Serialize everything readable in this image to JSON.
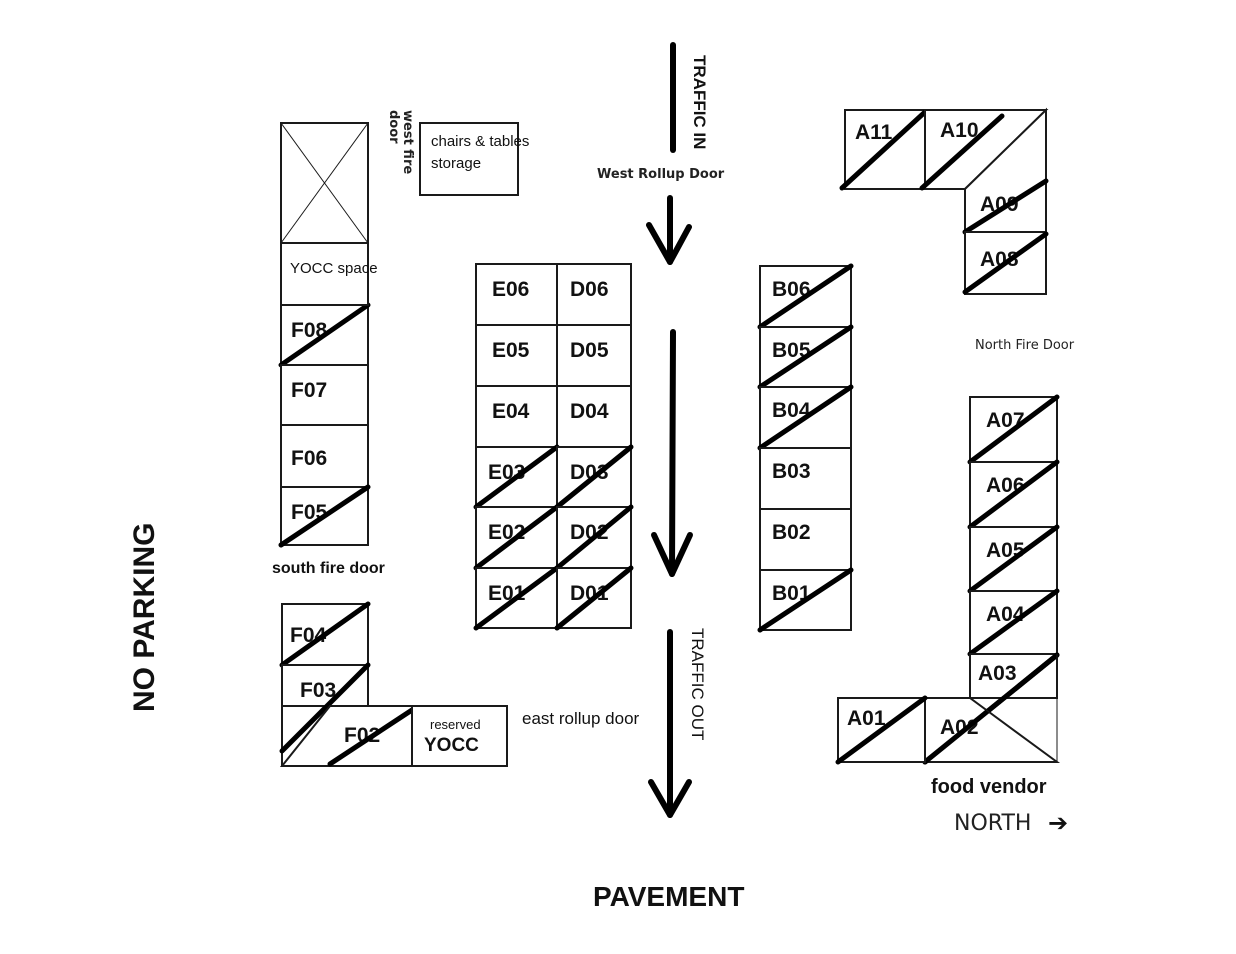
{
  "labels": {
    "traffic_in": "TRAFFIC IN",
    "traffic_out": "TRAFFIC OUT",
    "west_rollup_door": "West Rollup Door",
    "east_rollup_door": "east rollup door",
    "west_fire_door_line1": "west fire",
    "west_fire_door_line2": "door",
    "south_fire_door": "south fire door",
    "north_fire_door": "North Fire Door",
    "storage_line1": "chairs & tables",
    "storage_line2": "storage",
    "yocc_space": "YOCC space",
    "reserved": "reserved",
    "reserved_yocc": "YOCC",
    "food_vendor": "food vendor",
    "north": "NORTH",
    "north_arrow_glyph": "➔",
    "no_parking": "NO PARKING",
    "pavement": "PAVEMENT"
  },
  "booths": {
    "F": [
      {
        "id": "F08",
        "taken": true
      },
      {
        "id": "F07",
        "taken": false
      },
      {
        "id": "F06",
        "taken": false
      },
      {
        "id": "F05",
        "taken": true
      },
      {
        "id": "F04",
        "taken": true
      },
      {
        "id": "F03",
        "taken": true
      },
      {
        "id": "F02",
        "taken": true
      }
    ],
    "E": [
      {
        "id": "E06",
        "taken": false
      },
      {
        "id": "E05",
        "taken": false
      },
      {
        "id": "E04",
        "taken": false
      },
      {
        "id": "E03",
        "taken": true
      },
      {
        "id": "E02",
        "taken": true
      },
      {
        "id": "E01",
        "taken": true
      }
    ],
    "D": [
      {
        "id": "D06",
        "taken": false
      },
      {
        "id": "D05",
        "taken": false
      },
      {
        "id": "D04",
        "taken": false
      },
      {
        "id": "D03",
        "taken": true
      },
      {
        "id": "D02",
        "taken": true
      },
      {
        "id": "D01",
        "taken": true
      }
    ],
    "B": [
      {
        "id": "B06",
        "taken": true
      },
      {
        "id": "B05",
        "taken": true
      },
      {
        "id": "B04",
        "taken": true
      },
      {
        "id": "B03",
        "taken": false
      },
      {
        "id": "B02",
        "taken": false
      },
      {
        "id": "B01",
        "taken": true
      }
    ],
    "A_top": [
      {
        "id": "A11",
        "taken": true
      },
      {
        "id": "A10",
        "taken": true
      },
      {
        "id": "A09",
        "taken": true
      },
      {
        "id": "A08",
        "taken": true
      }
    ],
    "A_bottom": [
      {
        "id": "A07",
        "taken": true
      },
      {
        "id": "A06",
        "taken": true
      },
      {
        "id": "A05",
        "taken": true
      },
      {
        "id": "A04",
        "taken": true
      },
      {
        "id": "A03",
        "taken": true
      },
      {
        "id": "A02",
        "taken": true
      },
      {
        "id": "A01",
        "taken": true
      }
    ]
  },
  "colors": {
    "ink": "#111111",
    "background": "#ffffff"
  }
}
